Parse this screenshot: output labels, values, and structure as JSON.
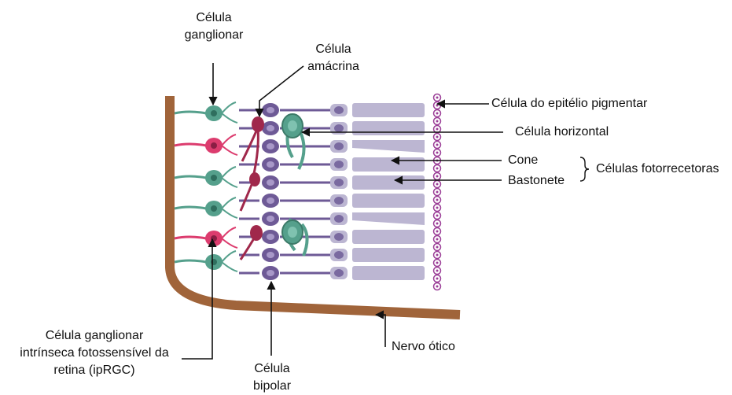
{
  "labels": {
    "ganglionar": [
      "Célula",
      "ganglionar"
    ],
    "amacrina": [
      "Célula",
      "amácrina"
    ],
    "epitelio": "Célula do epitélio pigmentar",
    "horizontal": "Célula horizontal",
    "cone": "Cone",
    "bastonete": "Bastonete",
    "fotorrecetoras": "Células fotorrecetoras",
    "ipRGC": [
      "Célula ganglionar",
      "intrínseca fotossensível da",
      "retina (ipRGC)"
    ],
    "bipolar": [
      "Célula",
      "bipolar"
    ],
    "nervo": "Nervo ótico"
  },
  "colors": {
    "nerve": "#a0643a",
    "ganglion": "#55a08c",
    "ipRGC": "#dc3c6e",
    "amacrine": "#a0284b",
    "bipolar": "#6e5a96",
    "photoreceptor": "#bcb6d2",
    "nucleus": "#7a6aa0",
    "pigment": "#9a3c96"
  }
}
